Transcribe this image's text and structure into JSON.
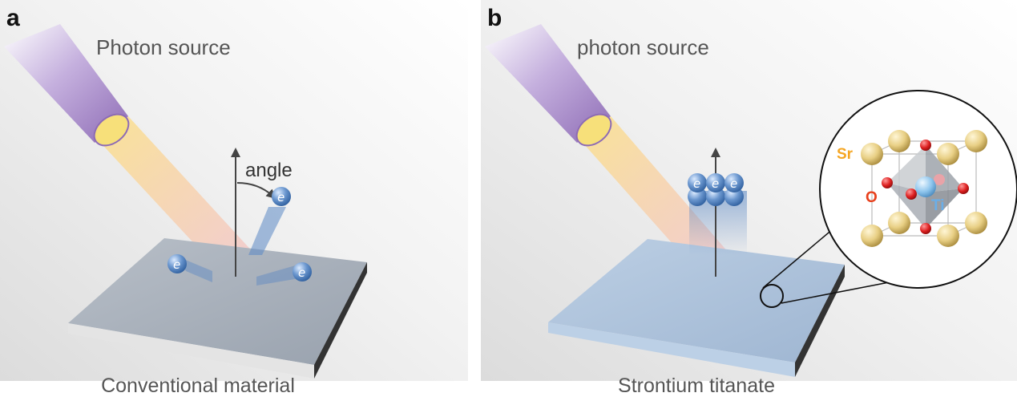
{
  "panels": {
    "a": {
      "letter": "a",
      "source_label": "Photon source",
      "angle_label": "angle",
      "material_label": "Conventional material",
      "electron_symbol": "e"
    },
    "b": {
      "letter": "b",
      "source_label": "photon source",
      "material_label": "Strontium titanate",
      "electron_symbol": "e",
      "atoms": {
        "sr": "Sr",
        "o": "O",
        "ti": "Ti"
      }
    }
  },
  "colors": {
    "tube": "#a68bc4",
    "beam": "#fbe28c",
    "slab_a": "#a3abb6",
    "slab_b": "#a9bfd9",
    "electron": "#5b88c4",
    "sr_atom": "#e8cf84",
    "o_atom": "#dd1f1f",
    "ti_atom": "#8cc4ec",
    "sr_label": "#f5a623",
    "o_label": "#e8401c",
    "ti_label": "#6aaee8"
  }
}
